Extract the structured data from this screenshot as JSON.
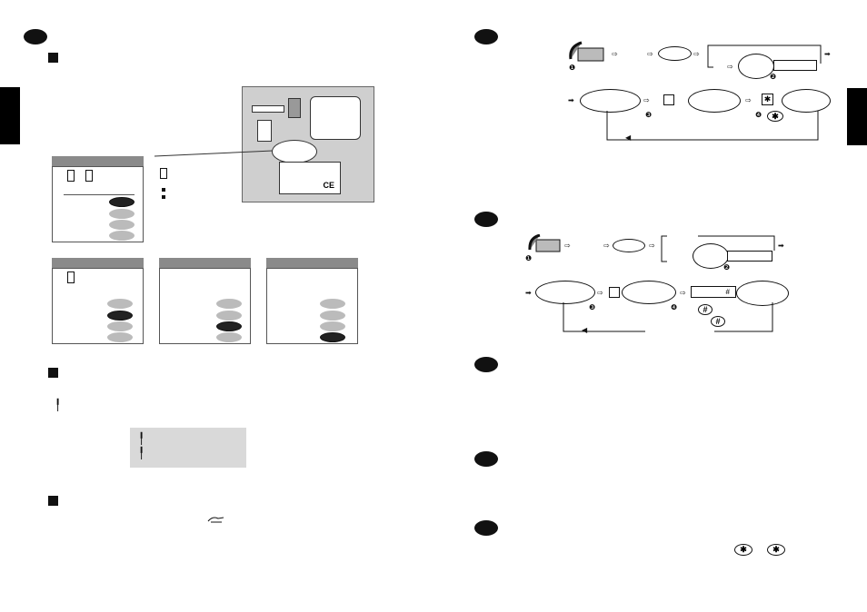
{
  "left_page": {
    "notes_box": {
      "lines": [
        "",
        ""
      ]
    },
    "device_label": {
      "ce_mark": "CE"
    }
  },
  "right_page": {
    "keys": {
      "star": "✱",
      "hash": "#"
    },
    "steps": {
      "one": "❶",
      "two": "❷",
      "three": "❸",
      "four": "❹"
    }
  },
  "icons": {
    "key_icon": "key-icon",
    "phone_icon": "phone-icon",
    "hand_icon": "hand-icon",
    "arrow_icon": "arrow-icon"
  }
}
